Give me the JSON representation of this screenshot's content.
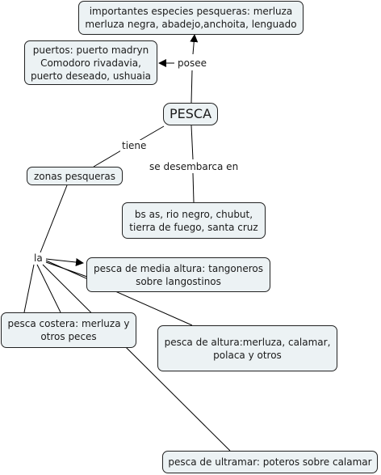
{
  "nodes": {
    "species": "importantes especies pesqueras: merluza\nmerluza negra, abadejo,anchoita, lenguado",
    "ports": "puertos: puerto madryn\nComodoro rivadavia,\npuerto deseado, ushuaia",
    "pesca": "PESCA",
    "zones": "zonas pesqueras",
    "landing": "bs as, rio negro, chubut,\ntierra de fuego, santa cruz",
    "media": "pesca de media altura: tangoneros\nsobre langostinos",
    "costera": "pesca costera: merluza y\notros peces",
    "altura": "pesca de altura:merluza, calamar,\npolaca y otros",
    "ultramar": "pesca de ultramar: poteros sobre calamar"
  },
  "links": {
    "posee": "posee",
    "tiene": "tiene",
    "desembarca": "se desembarca en",
    "la": "la"
  },
  "colors": {
    "node_fill": "#ecf2f4",
    "line": "#000000"
  }
}
